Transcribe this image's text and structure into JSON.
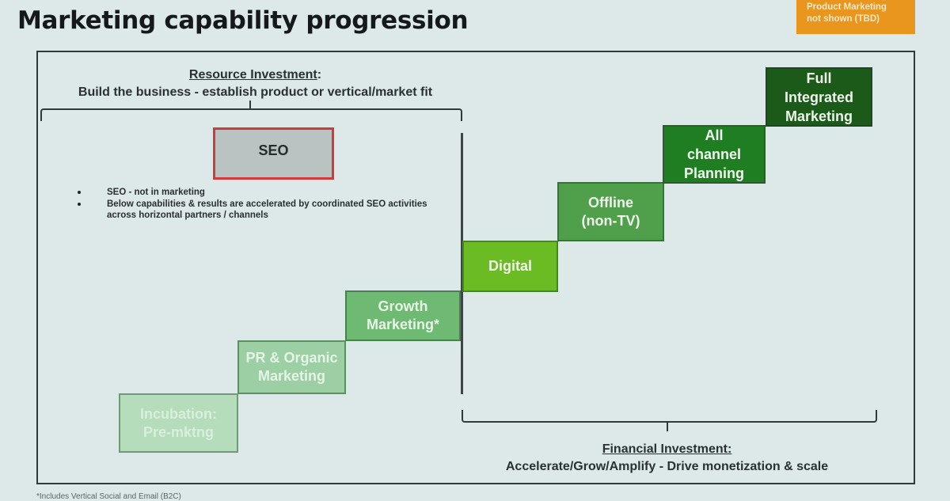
{
  "title": "Marketing capability progression",
  "note": {
    "lines": [
      "Product Marketing",
      "not shown (TBD)"
    ],
    "color": "#e8961e"
  },
  "resource_investment": {
    "heading": "Resource Investment",
    "heading_suffix": ":",
    "description": "Build the business - establish product or vertical/market fit"
  },
  "financial_investment": {
    "heading": "Financial Investment:",
    "description": "Accelerate/Grow/Amplify - Drive monetization & scale"
  },
  "seo": {
    "label": "SEO",
    "bullets": [
      "SEO - not in marketing",
      "Below capabilities & results are accelerated by coordinated SEO activities across horizontal partners / channels"
    ]
  },
  "steps": [
    {
      "label_1": "Incubation:",
      "label_2": "Pre-mktng",
      "label_3": "",
      "bg": "#b5dcbb",
      "fg": "#d9eedc"
    },
    {
      "label_1": "PR & Organic",
      "label_2": "Marketing",
      "label_3": "",
      "bg": "#9ccfa3",
      "fg": "#e6f3e8"
    },
    {
      "label_1": "Growth",
      "label_2": "Marketing*",
      "label_3": "",
      "bg": "#6fba72",
      "fg": "#e7f4e6"
    },
    {
      "label_1": "Digital",
      "label_2": "",
      "label_3": "",
      "bg": "#6bbb25",
      "fg": "#f0f8e6"
    },
    {
      "label_1": "Offline",
      "label_2": "(non-TV)",
      "label_3": "",
      "bg": "#4f9f4b",
      "fg": "#eef6ec"
    },
    {
      "label_1": "All",
      "label_2": "channel",
      "label_3": "Planning",
      "bg": "#1f7e21",
      "fg": "#f2f8f1"
    },
    {
      "label_1": "Full",
      "label_2": "Integrated",
      "label_3": "Marketing",
      "bg": "#1c5a1a",
      "fg": "#eef4ec"
    }
  ],
  "footnote": "*Includes Vertical Social and Email (B2C)"
}
